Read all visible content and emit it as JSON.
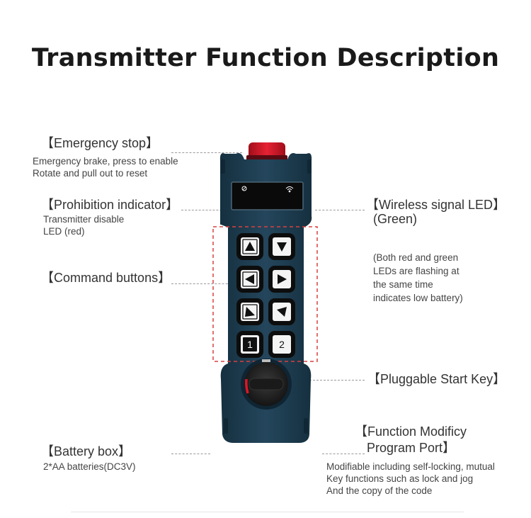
{
  "title": "Transmitter Function Description",
  "callouts": {
    "emergency_stop": {
      "label": "【Emergency stop】",
      "lines": [
        "Emergency brake, press to enable",
        "Rotate and pull out to reset"
      ]
    },
    "prohibition_indicator": {
      "label": "【Prohibition indicator】",
      "lines": [
        "Transmitter disable",
        "LED (red)"
      ]
    },
    "command_buttons": {
      "label": "【Command buttons】"
    },
    "battery_box": {
      "label": "【Battery box】",
      "lines": [
        "2*AA batteries(DC3V)"
      ]
    },
    "wireless_signal_led": {
      "label_line1": "【Wireless signal LED】",
      "label_line2": "(Green)",
      "lines": [
        "(Both red and green",
        "LEDs are flashing at",
        "the same time",
        "indicates low battery)"
      ]
    },
    "start_key": {
      "label": "【Pluggable Start Key】"
    },
    "program_port": {
      "label_line1": "【Function Modificy",
      "label_line2": "Program Port】",
      "lines": [
        "Modifiable including self-locking, mutual",
        "Key functions such as lock and jog",
        "And the copy of the code"
      ]
    }
  },
  "keypad": {
    "key_1": "1",
    "key_2": "2"
  },
  "icons": [
    "emergency-stop-button",
    "prohibition-led-icon",
    "wireless-signal-icon",
    "arrow-up-icon",
    "arrow-down-icon",
    "arrow-left-icon",
    "arrow-right-icon",
    "arrow-diagonal-up-left-icon",
    "arrow-diagonal-down-left-icon",
    "start-key-icon"
  ],
  "colors": {
    "body": "#1d3a4e",
    "estop": "#d8182a",
    "highlight_box": "#d94040",
    "key_face": "#f4f4f4"
  }
}
